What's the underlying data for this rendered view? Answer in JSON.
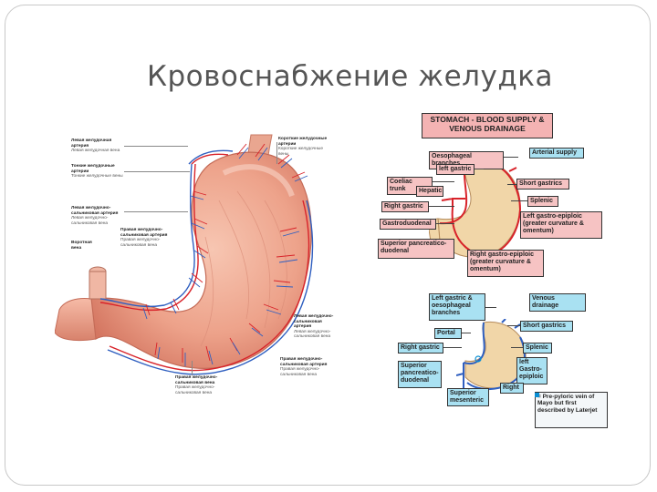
{
  "slide": {
    "title": "Кровоснабжение желудка"
  },
  "left_figure": {
    "labels": [
      {
        "title": "Левая желудочная артерия",
        "sub": "Левая желудочная вена"
      },
      {
        "title": "Тонкие желудочные артерии",
        "sub": "Тонкие желудочные вены"
      },
      {
        "title": "Левая желудочно-сальниковая артерия",
        "sub": "Левая желудочно-сальниковая вена"
      },
      {
        "title": "Короткие желудочные артерии",
        "sub": "Короткие желудочные вены"
      },
      {
        "title": "Правая желудочно-сальниковая артерия",
        "sub": "Правая желудочно-сальниковая вена"
      },
      {
        "title": "Воротная вена",
        "sub": ""
      },
      {
        "title": "Левая желудочно-сальниковая артерия",
        "sub": "Левая желудочно-сальниковая вена"
      },
      {
        "title": "Правая желудочно-сальниковая артерия",
        "sub": "Правая желудочно-сальниковая вена"
      },
      {
        "title": "Правая желудочно-сальниковая вена",
        "sub": "Правая желудочно-сальниковая вена"
      }
    ]
  },
  "arterial": {
    "heading": "STOMACH - BLOOD SUPPLY & VENOUS DRAINAGE",
    "legend": "Arterial supply",
    "labels": {
      "oesophageal": "Oesophageal branches",
      "left_gastric": "left gastric",
      "coeliac": "Coeliac trunk",
      "hepatic": "Hepatic",
      "right_gastric": "Right gastric",
      "gastroduodenal": "Gastroduodenal",
      "sup_pancreatico": "Superior pancreatico-duodenal",
      "short_gastrics": "Short gastrics",
      "splenic": "Splenic",
      "left_ge": "Left gastro-epiploic (greater curvature & omentum)",
      "right_ge": "Right gastro-epiploic (greater curvature & omentum)"
    }
  },
  "venous": {
    "legend": "Venous drainage",
    "labels": {
      "left_gastric": "Left gastric & oesophageal branches",
      "portal": "Portal",
      "right_gastric": "Right gastric",
      "short_gastrics": "Short gastrics",
      "splenic": "Splenic",
      "sup_pancreatico": "Superior pancreatico-duodenal",
      "left_ge": "left Gastro-epiploic",
      "sup_mesenteric": "Superior mesenteric",
      "right": "Right",
      "note": "= Pre-pyloric vein of Mayo but first described by Laterjet"
    }
  },
  "colors": {
    "stomach": "#e8a08a",
    "artery": "#d8232a",
    "vein": "#2f5fc0",
    "pink_label": "#f6c3c3",
    "cyan_label": "#a9e1f2"
  }
}
